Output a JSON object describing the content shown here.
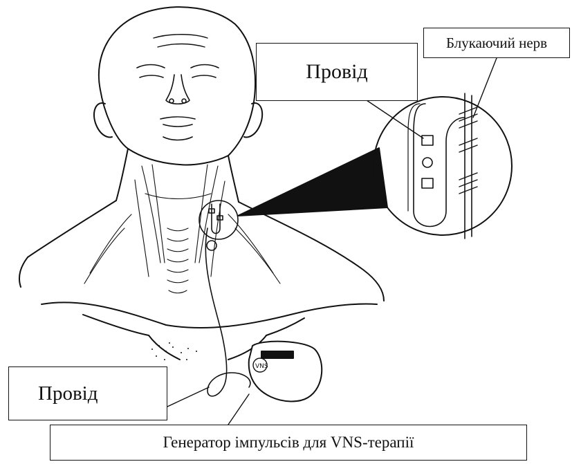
{
  "labels": {
    "lead_top": "Провід",
    "vagus_nerve": "Блукаючий нерв",
    "lead_bottom": "Провід",
    "generator": "Генератор імпульсів для VNS-терапії"
  },
  "device_logo_text": "VNS",
  "colors": {
    "line": "#111111",
    "background": "#ffffff"
  }
}
